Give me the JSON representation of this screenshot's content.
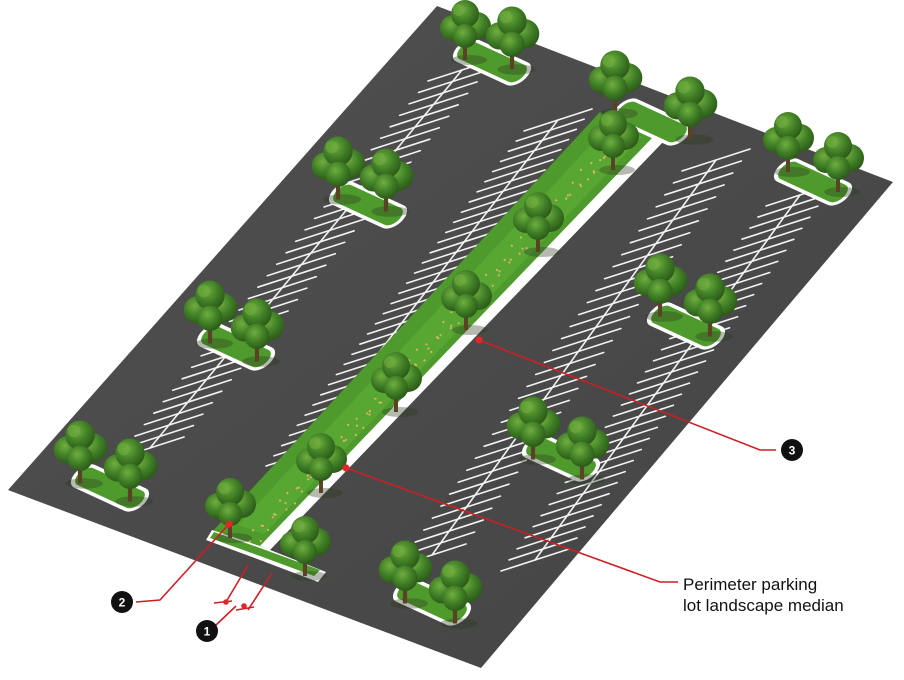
{
  "colors": {
    "asphalt": "#4a4a4a",
    "asphalt_edge": "#3d3d3d",
    "stripe": "#f2f2f2",
    "curb": "#ffffff",
    "grass": "#4f9a2c",
    "grass_light": "#63b23a",
    "foliage_dark": "#2f5f1c",
    "foliage": "#3f7d25",
    "foliage_light": "#5a9a34",
    "trunk": "#5b4226",
    "callout_line": "#cc1f24",
    "callout_dot": "#e0262b",
    "badge": "#111111",
    "flowers": "#d9b36a"
  },
  "callouts": {
    "badge_1": "1",
    "badge_2": "2",
    "badge_3": "3",
    "label_line1": "Perimeter parking",
    "label_line2": "lot landscape median"
  },
  "icons": {
    "tree": "tree-icon",
    "badge": "numbered-badge-icon"
  }
}
